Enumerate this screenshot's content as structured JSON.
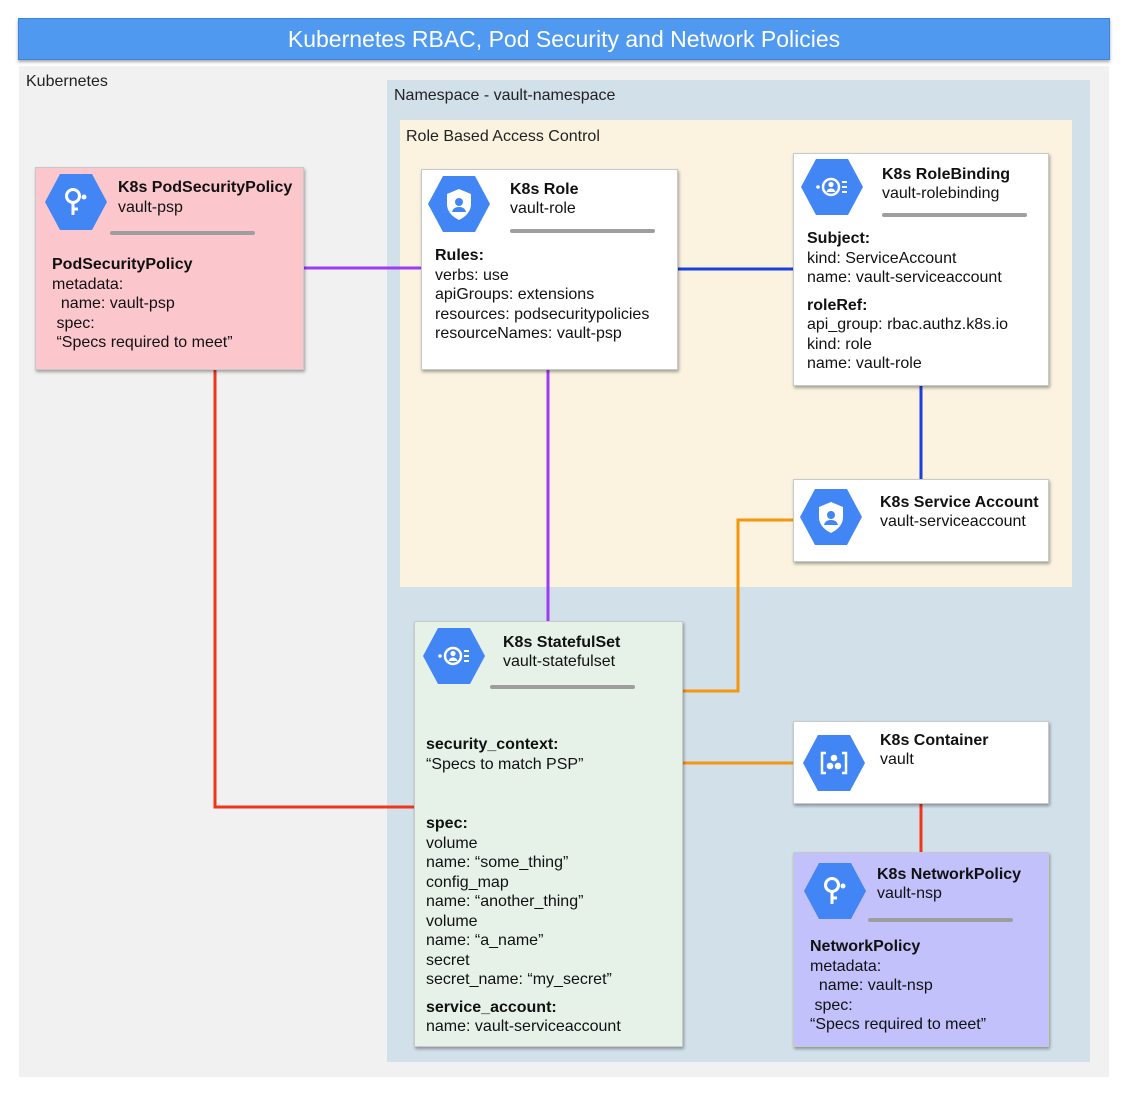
{
  "title": "Kubernetes RBAC, Pod Security and Network Policies",
  "zones": {
    "kubernetes": "Kubernetes",
    "namespace": "Namespace - vault-namespace",
    "rbac": "Role Based Access Control"
  },
  "colors": {
    "title_bar": "#4f9af0",
    "hex_icon": "#4285f4",
    "psp_card": "#fbc7cd",
    "statefulset_card": "#e6f2e8",
    "networkpolicy_card": "#c2c1fc",
    "line_purple": "#9c3cf5",
    "line_blue": "#1a3fe0",
    "line_orange": "#f5960f",
    "line_red": "#f0361a"
  },
  "cards": {
    "psp": {
      "icon": "key-icon",
      "title": "K8s PodSecurityPolicy",
      "subtitle": "vault-psp",
      "lines": [
        {
          "text": "PodSecurityPolicy",
          "bold": true
        },
        {
          "text": "metadata:"
        },
        {
          "text": "  name: vault-psp"
        },
        {
          "text": " spec:"
        },
        {
          "text": " “Specs required to meet”"
        }
      ]
    },
    "role": {
      "icon": "shield-user-icon",
      "title": "K8s Role",
      "subtitle": "vault-role",
      "lines": [
        {
          "text": "Rules:",
          "bold": true
        },
        {
          "text": "verbs: use"
        },
        {
          "text": "apiGroups: extensions"
        },
        {
          "text": "resources: podsecuritypolicies"
        },
        {
          "text": "resourceNames: vault-psp"
        }
      ]
    },
    "rolebinding": {
      "icon": "user-link-icon",
      "title": "K8s RoleBinding",
      "subtitle": "vault-rolebinding",
      "lines": [
        {
          "text": "Subject:",
          "bold": true
        },
        {
          "text": "kind: ServiceAccount"
        },
        {
          "text": "name: vault-serviceaccount"
        },
        {
          "gap": true
        },
        {
          "text": "roleRef:",
          "bold": true
        },
        {
          "text": "api_group: rbac.authz.k8s.io"
        },
        {
          "text": "kind: role"
        },
        {
          "text": "name: vault-role"
        }
      ]
    },
    "serviceaccount": {
      "icon": "shield-user-icon",
      "title": "K8s Service Account",
      "subtitle": "vault-serviceaccount",
      "lines": []
    },
    "statefulset": {
      "icon": "user-link-icon",
      "title": "K8s StatefulSet",
      "subtitle": "vault-statefulset",
      "lines": [
        {
          "text": "security_context:",
          "bold": true
        },
        {
          "text": "“Specs to match PSP”"
        },
        {
          "gap": true
        },
        {
          "gap": true
        },
        {
          "gap": true
        },
        {
          "gap": true
        },
        {
          "gap": true
        },
        {
          "text": "spec:",
          "bold": true
        },
        {
          "text": "volume"
        },
        {
          "text": "name: “some_thing”"
        },
        {
          "text": "config_map"
        },
        {
          "text": "name: “another_thing”"
        },
        {
          "text": "volume"
        },
        {
          "text": "name: “a_name”"
        },
        {
          "text": "secret"
        },
        {
          "text": "secret_name: “my_secret”"
        },
        {
          "gap": true
        },
        {
          "text": "service_account:",
          "bold": true
        },
        {
          "text": "name: vault-serviceaccount"
        }
      ]
    },
    "container": {
      "icon": "container-icon",
      "title": "K8s Container",
      "subtitle": "vault",
      "lines": []
    },
    "networkpolicy": {
      "icon": "key-icon",
      "title": "K8s NetworkPolicy",
      "subtitle": "vault-nsp",
      "lines": [
        {
          "text": "NetworkPolicy",
          "bold": true
        },
        {
          "text": "metadata:"
        },
        {
          "text": "  name: vault-nsp"
        },
        {
          "text": " spec:"
        },
        {
          "text": "“Specs required to meet”"
        }
      ]
    }
  }
}
